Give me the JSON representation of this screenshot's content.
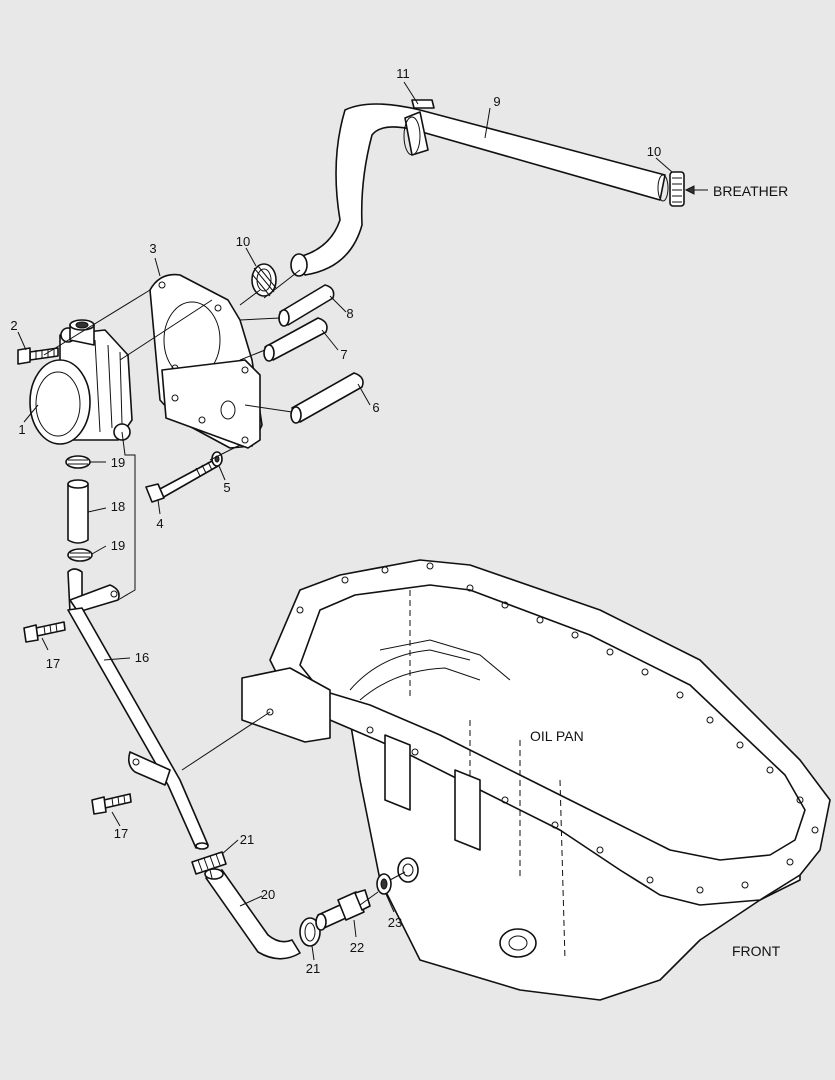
{
  "callouts": {
    "c1": "1",
    "c2": "2",
    "c3": "3",
    "c4": "4",
    "c5": "5",
    "c6": "6",
    "c7": "7",
    "c8": "8",
    "c9": "9",
    "c10a": "10",
    "c10b": "10",
    "c11": "11",
    "c16": "16",
    "c17a": "17",
    "c17b": "17",
    "c18": "18",
    "c19a": "19",
    "c19b": "19",
    "c20": "20",
    "c21a": "21",
    "c21b": "21",
    "c22": "22",
    "c23": "23"
  },
  "captions": {
    "breather": "BREATHER",
    "oil_pan": "OIL PAN",
    "front": "FRONT"
  }
}
